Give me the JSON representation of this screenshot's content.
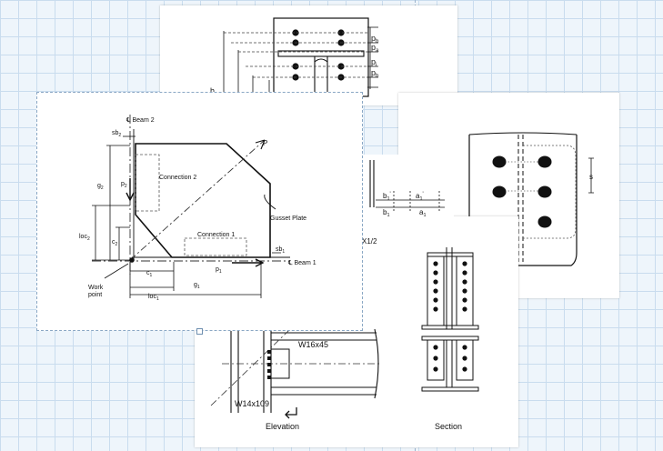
{
  "top_sheet": {
    "pitch_labels": [
      "p",
      "p",
      "p",
      "p"
    ],
    "pitch_subs": [
      "b",
      "a",
      "i",
      "b"
    ],
    "side_label": "h"
  },
  "right_sheet": {
    "spacing_label": "s"
  },
  "mid_labels": {
    "b_prime": "b",
    "b_prime_sub": "1",
    "b_prime_mark": "'",
    "b": "b",
    "b_sub": "1",
    "a_prime": "a",
    "a_prime_sub": "1",
    "a_prime_mark": "'",
    "a": "a",
    "a_sub": "1",
    "x_label": "X1/2"
  },
  "main_sheet": {
    "beam2_label": "Beam 2",
    "beam1_label": "Beam 1",
    "centerline_symbol": "℄",
    "force_label": "P",
    "connection2": "Connection 2",
    "connection1": "Connection 1",
    "gusset": "Gusset Plate",
    "work_point_line1": "Work",
    "work_point_line2": "point",
    "dims": {
      "sb2": "sb",
      "sb2_sub": "2",
      "sb1": "sb",
      "sb1_sub": "1",
      "g2": "g",
      "g2_sub": "2",
      "p2": "p",
      "p2_sub": "2",
      "loc2_left": "loc",
      "loc2_left_sub": "2",
      "c2": "c",
      "c2_sub": "2",
      "c1": "c",
      "c1_sub": "1",
      "p1": "p",
      "p1_sub": "1",
      "g1": "g",
      "g1_sub": "1",
      "loc1": "loc",
      "loc1_sub": "1"
    }
  },
  "bottom_sheet": {
    "beam_label": "W16x45",
    "column_label": "W14x109",
    "elevation": "Elevation",
    "section": "Section"
  }
}
